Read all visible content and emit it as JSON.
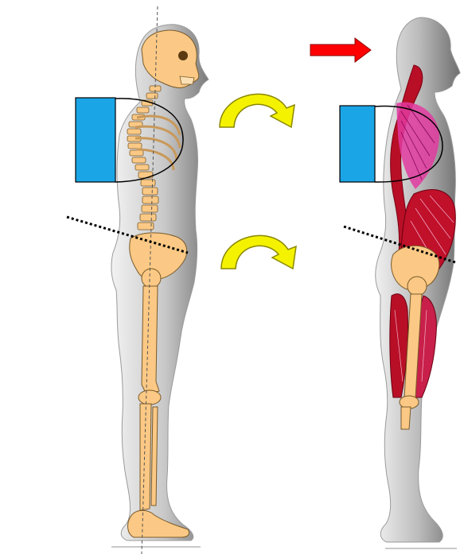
{
  "colors": {
    "backpack": "#1aa5e6",
    "backpack_stroke": "#000000",
    "rotation_arrow": "#f5f200",
    "rotation_arrow_dark": "#c8c400",
    "push_arrow": "#ff0000",
    "bone": "#fbc985",
    "body_light": "#e6e6e6",
    "body_dark": "#8a8a8a",
    "muscle": "#c0102a",
    "muscle_pink": "#e23aa0",
    "posture_line": "#000000"
  },
  "icons": {
    "forward_push": "right-arrow-icon",
    "rotation_upper": "clockwise-arrow-icon",
    "rotation_lower": "clockwise-arrow-icon"
  },
  "figures": [
    {
      "name": "skeleton-figure",
      "depicts": "skeleton-with-plumb-line"
    },
    {
      "name": "muscle-figure",
      "depicts": "muscle-anatomy"
    }
  ]
}
